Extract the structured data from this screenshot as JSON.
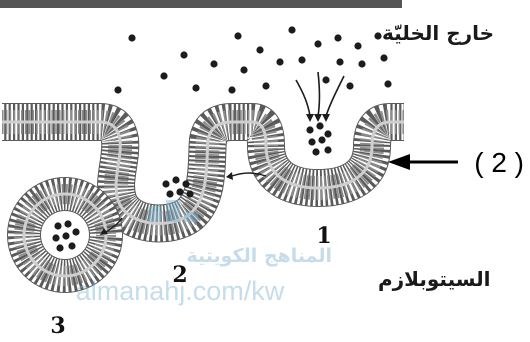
{
  "labels": {
    "outside_cell": "خارج الخليّة",
    "cytoplasm": "السيتوبلازم",
    "stage_1": "1",
    "stage_2": "2",
    "stage_3": "3",
    "callout": "( 2 )"
  },
  "watermark": {
    "text_ar": "المناهج الكويتية",
    "url": "almanahj.com/kw"
  },
  "colors": {
    "membrane_tail": "#8a8a8a",
    "membrane_head": "#ffffff",
    "head_outline": "#3a3a3a",
    "particle": "#1c1c1c",
    "top_bar": "#555555",
    "watermark": "#7fb3d3"
  }
}
